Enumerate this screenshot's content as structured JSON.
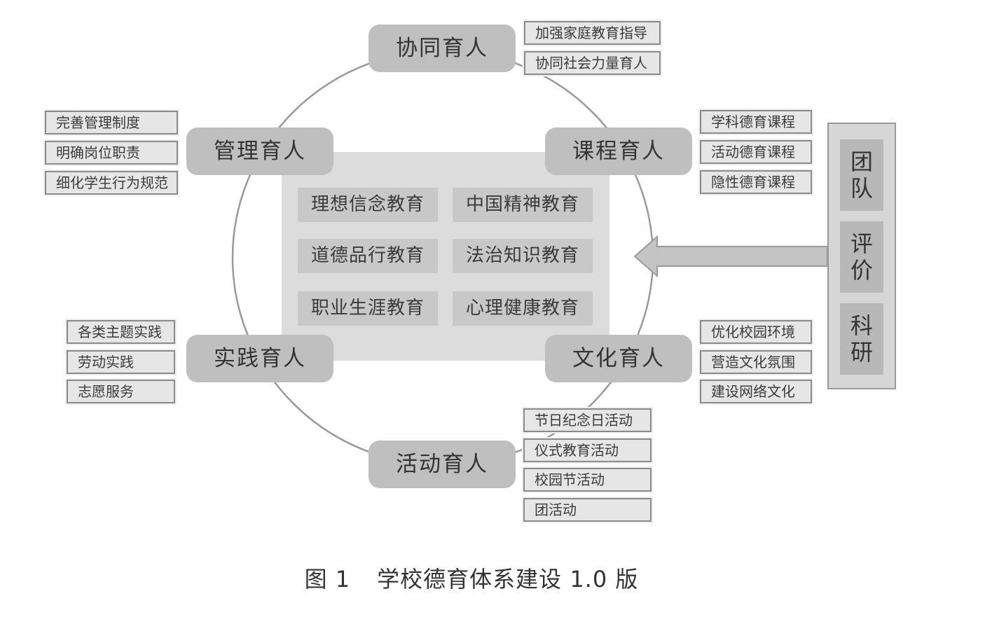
{
  "center": {
    "items": [
      "理想信念教育",
      "中国精神教育",
      "道德品行教育",
      "法治知识教育",
      "职业生涯教育",
      "心理健康教育"
    ]
  },
  "nodes": {
    "xietong": "协同育人",
    "guanli": "管理育人",
    "kecheng": "课程育人",
    "shijian": "实践育人",
    "wenhua": "文化育人",
    "huodong": "活动育人"
  },
  "leaves": {
    "xietong": [
      "加强家庭教育指导",
      "协同社会力量育人"
    ],
    "guanli": [
      "完善管理制度",
      "明确岗位职责",
      "细化学生行为规范"
    ],
    "kecheng": [
      "学科德育课程",
      "活动德育课程",
      "隐性德育课程"
    ],
    "shijian": [
      "各类主题实践",
      "劳动实践",
      "志愿服务"
    ],
    "wenhua": [
      "优化校园环境",
      "营造文化氛围",
      "建设网络文化"
    ],
    "huodong": [
      "节日纪念日活动",
      "仪式教育活动",
      "校园节活动",
      "团活动"
    ]
  },
  "side": {
    "team": [
      "团",
      "队"
    ],
    "eval": [
      "评",
      "价"
    ],
    "research": [
      "科",
      "研"
    ]
  },
  "caption": {
    "figure": "图 1",
    "title": "学校德育体系建设 1.0 版"
  }
}
